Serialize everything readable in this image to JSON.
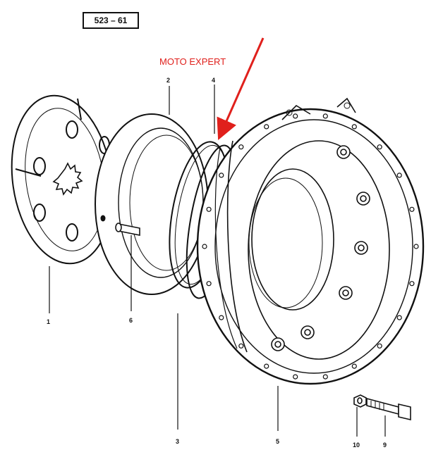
{
  "diagram": {
    "reference": "523 – 61",
    "watermark": "MOTO EXPERT",
    "callouts": [
      {
        "id": "c1",
        "label": "1"
      },
      {
        "id": "c2",
        "label": "2"
      },
      {
        "id": "c3",
        "label": "3"
      },
      {
        "id": "c4",
        "label": "4"
      },
      {
        "id": "c5",
        "label": "5"
      },
      {
        "id": "c6",
        "label": "6"
      },
      {
        "id": "c9",
        "label": "9"
      },
      {
        "id": "c10",
        "label": "10"
      }
    ],
    "colors": {
      "line": "#111111",
      "arrow": "#e0201c",
      "paper": "#ffffff"
    }
  }
}
